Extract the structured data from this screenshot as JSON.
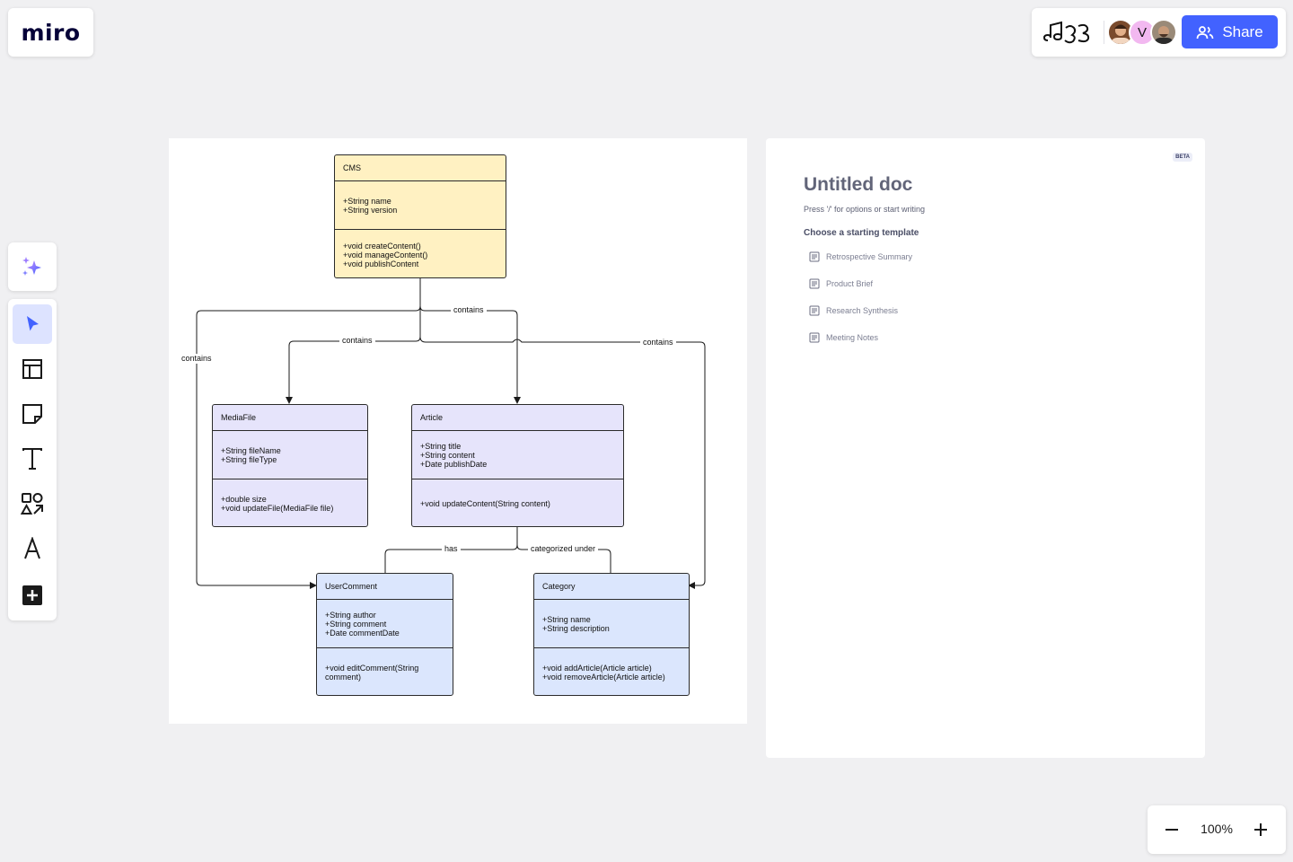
{
  "app": {
    "logo": "miro"
  },
  "header": {
    "share_label": "Share",
    "collaborators": [
      "",
      "V",
      ""
    ]
  },
  "toolbar": {
    "ai_icon": "sparkle-icon",
    "tools": [
      "select-cursor-icon",
      "templates-icon",
      "sticky-note-icon",
      "text-icon",
      "shapes-icon",
      "pen-icon",
      "add-icon"
    ]
  },
  "diagram": {
    "classes": {
      "cms": {
        "name": "CMS",
        "attributes": [
          "+String name",
          "+String version"
        ],
        "methods": [
          "+void createContent()",
          "+void manageContent()",
          "+void publishContent"
        ]
      },
      "mediafile": {
        "name": "MediaFile",
        "attributes": [
          "+String fileName",
          "+String fileType"
        ],
        "methods": [
          "+double size",
          "+void updateFile(MediaFile file)"
        ]
      },
      "article": {
        "name": "Article",
        "attributes": [
          "+String title",
          "+String content",
          "+Date publishDate"
        ],
        "methods": [
          "+void updateContent(String content)"
        ]
      },
      "usercomment": {
        "name": "UserComment",
        "attributes": [
          "+String author",
          "+String comment",
          "+Date commentDate"
        ],
        "methods": [
          "+void editComment(String",
          "comment)"
        ]
      },
      "category": {
        "name": "Category",
        "attributes": [
          "+String name",
          "+String description"
        ],
        "methods": [
          "+void addArticle(Article article)",
          "+void removeArticle(Article article)"
        ]
      }
    },
    "edge_labels": {
      "contains_left": "contains",
      "contains_media": "contains",
      "contains_article": "contains",
      "contains_right": "contains",
      "has": "has",
      "categorized_under": "categorized under"
    }
  },
  "doc": {
    "beta": "BETA",
    "title": "Untitled doc",
    "hint": "Press '/' for options or start writing",
    "choose_label": "Choose a starting template",
    "templates": [
      "Retrospective Summary",
      "Product Brief",
      "Research Synthesis",
      "Meeting Notes"
    ]
  },
  "zoom": {
    "level": "100%"
  },
  "colors": {
    "accent": "#4262ff",
    "cms_fill": "#fff1c2",
    "purple_fill": "#e6e4fb",
    "blue_fill": "#dbe6fd"
  }
}
